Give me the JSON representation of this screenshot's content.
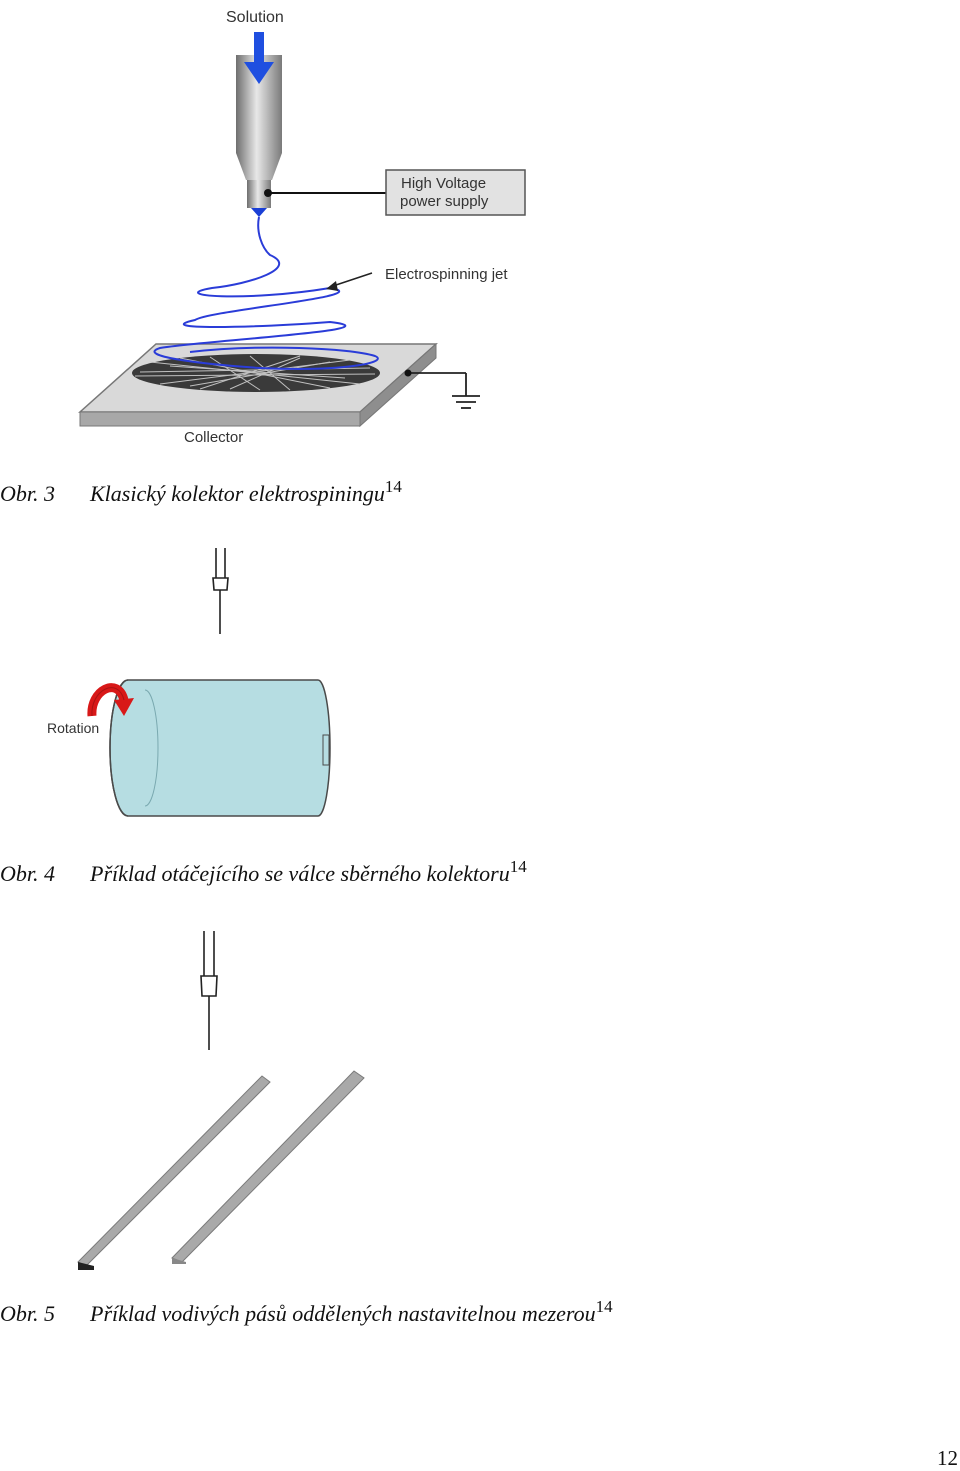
{
  "figures": [
    {
      "labels": {
        "solution": "Solution",
        "power_supply_line1": "High Voltage",
        "power_supply_line2": "power supply",
        "jet": "Electrospinning jet",
        "collector": "Collector"
      },
      "caption": {
        "label": "Obr. 3",
        "text": "Klasický kolektor elektrospiningu",
        "ref": "14"
      }
    },
    {
      "labels": {
        "rotation": "Rotation"
      },
      "caption": {
        "label": "Obr. 4",
        "text": "Příklad otáčejícího se válce sběrného kolektoru",
        "ref": "14"
      }
    },
    {
      "caption": {
        "label": "Obr. 5",
        "text": "Příklad vodivých pásů oddělených nastavitelnou mezerou",
        "ref": "14"
      }
    }
  ],
  "page_number": "12",
  "colors": {
    "jet": "#2a3cd8",
    "cylinder": "#b6dde2",
    "arrow": "#d81818",
    "plate": "#d9d9d9"
  }
}
